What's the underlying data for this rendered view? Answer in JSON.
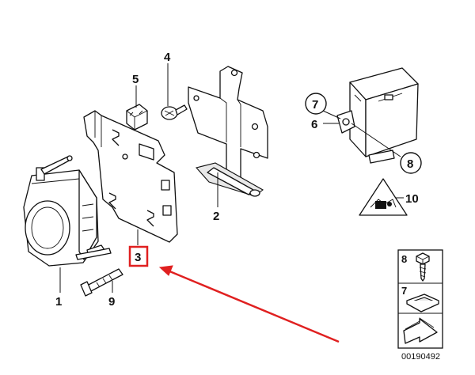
{
  "labels": {
    "l1": "1",
    "l2": "2",
    "l3": "3",
    "l4": "4",
    "l5": "5",
    "l6": "6",
    "l7": "7",
    "l8": "8",
    "l9": "9",
    "l10": "10",
    "legend_8": "8",
    "legend_7": "7"
  },
  "diagram_code": "00190492",
  "colors": {
    "highlight": "#e02020",
    "arrow": "#e02020",
    "line": "#111111"
  },
  "icons": {
    "warning": "warning-triangle-icon",
    "direction": "direction-arrow-icon"
  }
}
